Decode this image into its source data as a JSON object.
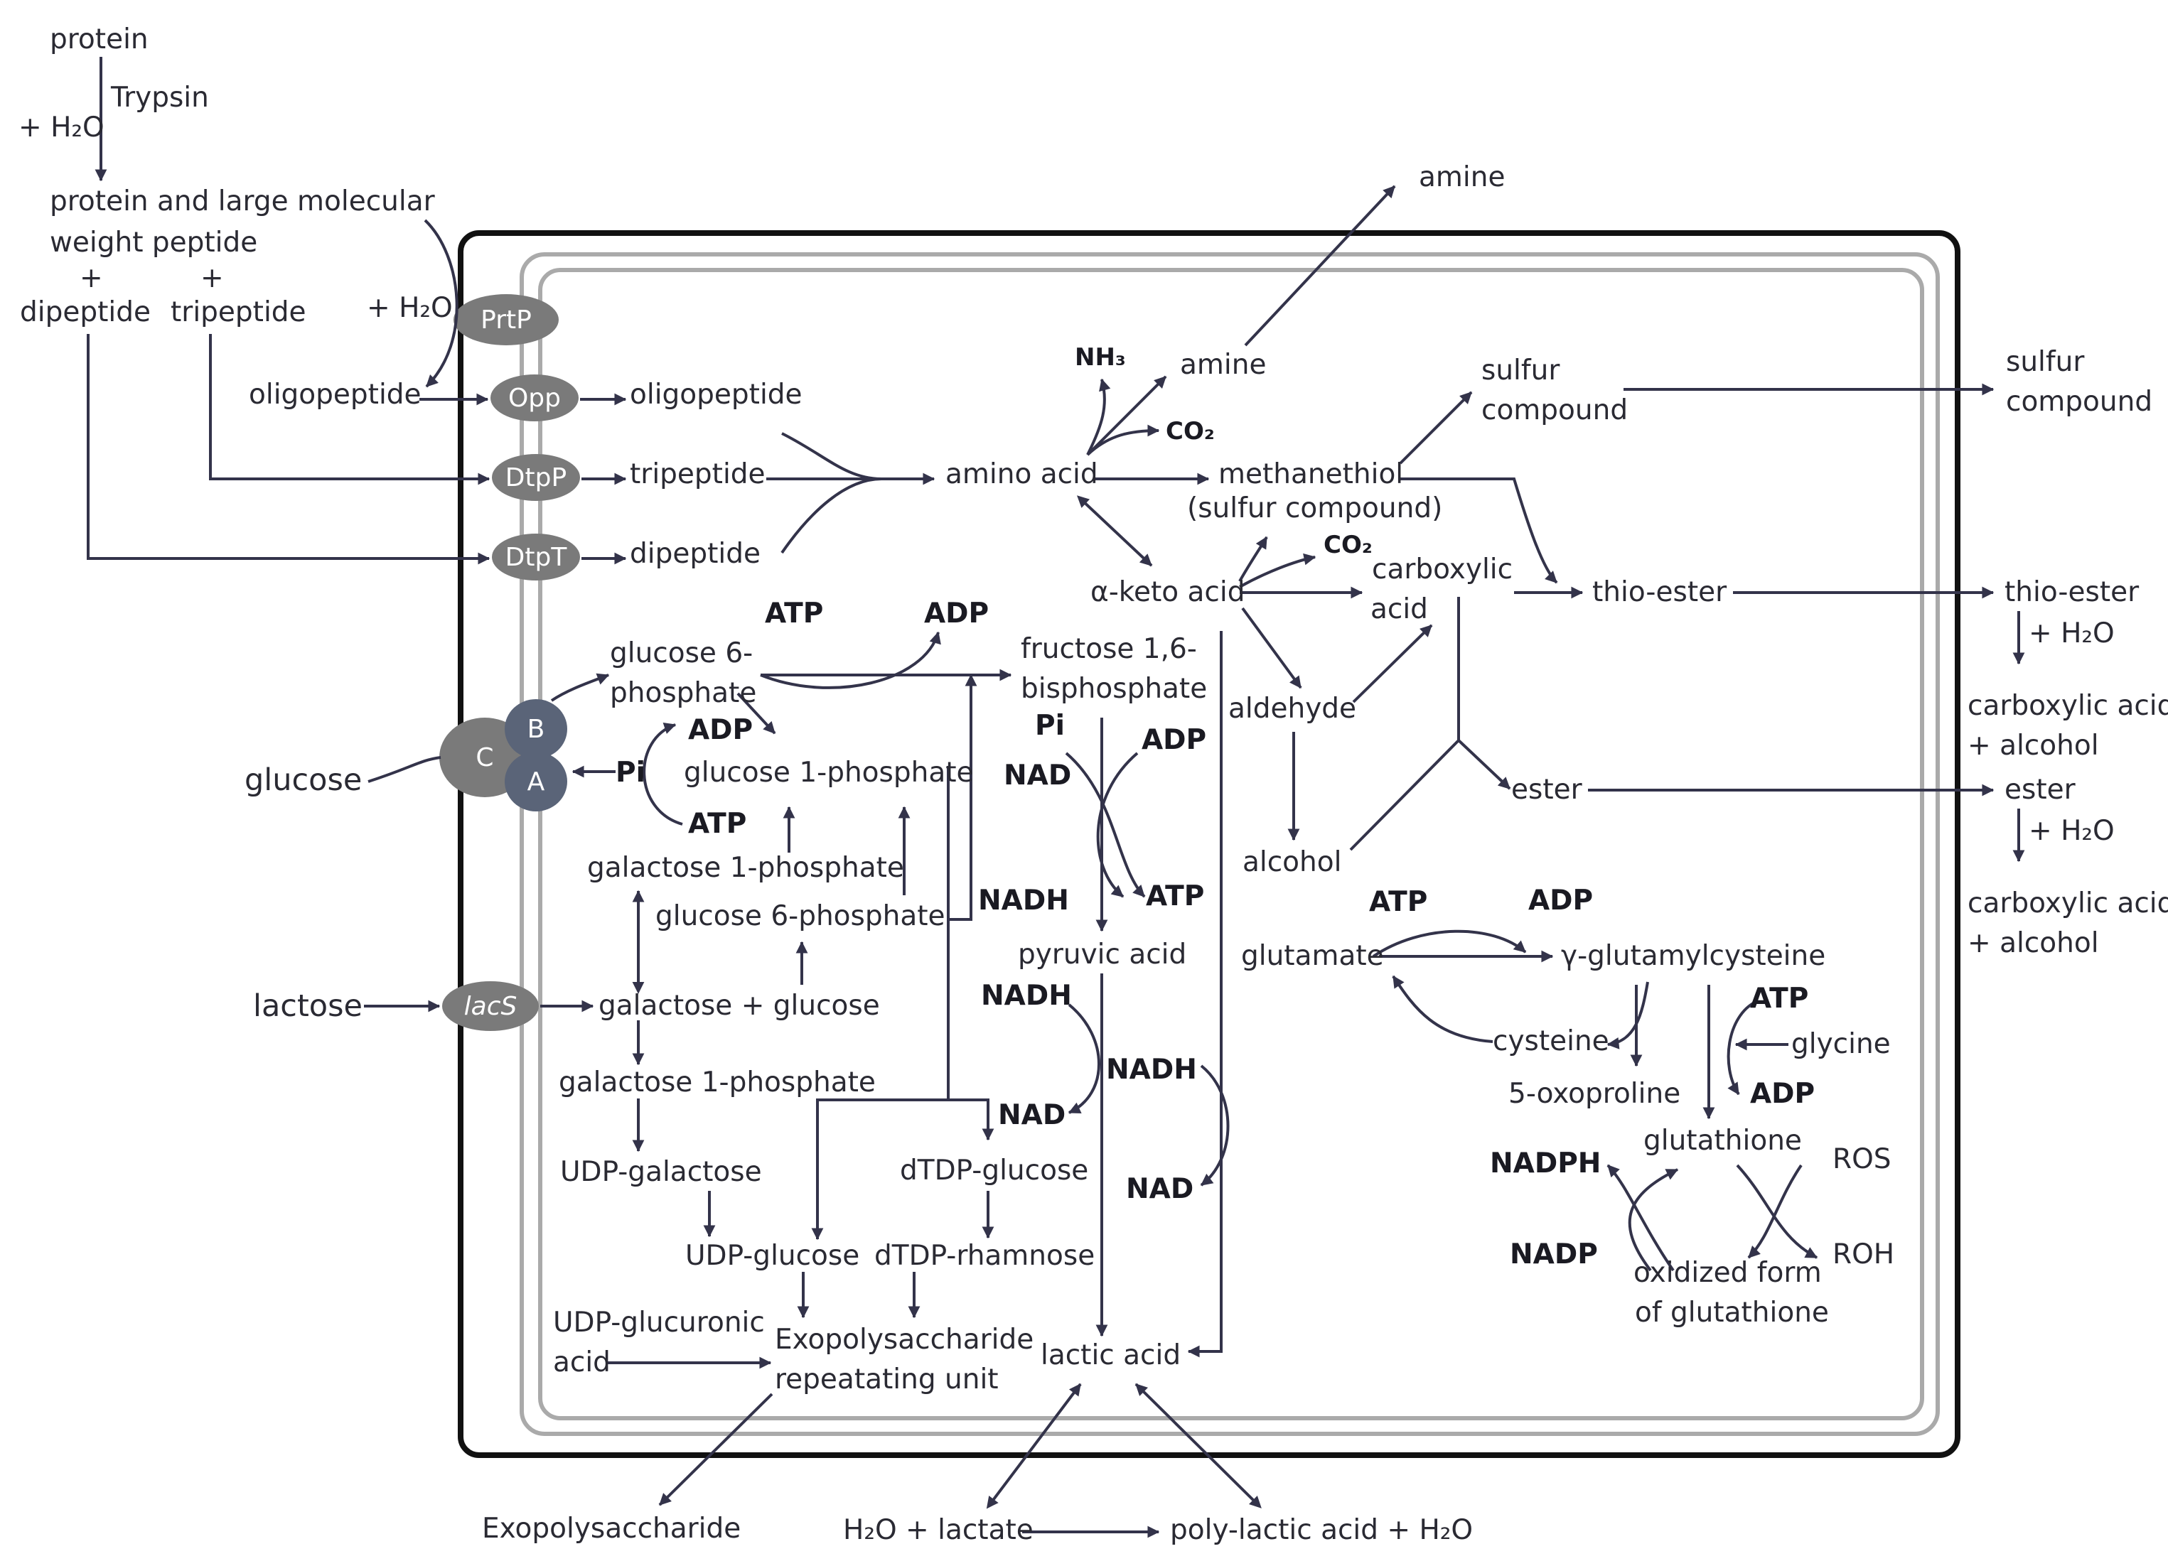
{
  "labels": {
    "protein": "protein",
    "trypsin": "Trypsin",
    "h2o_top": "+ H₂O",
    "protein_large_1": "protein and large molecular",
    "protein_large_2": "weight peptide",
    "plus_left": "+",
    "plus_right": "+",
    "dipeptide_out": "dipeptide",
    "tripeptide_out": "tripeptide",
    "h2o_prtp": "+ H₂O",
    "oligopeptide_out": "oligopeptide",
    "oligopeptide_in": "oligopeptide",
    "tripeptide_in": "tripeptide",
    "dipeptide_in": "dipeptide",
    "amino_acid": "amino acid",
    "nh3": "NH₃",
    "amine_in": "amine",
    "co2_amine": "CO₂",
    "amine_out": "amine",
    "methanethiol_1": "methanethiol",
    "methanethiol_2": "(sulfur compound)",
    "sulfur_in_1": "sulfur",
    "sulfur_in_2": "compound",
    "sulfur_out_1": "sulfur",
    "sulfur_out_2": "compound",
    "keto_acid": "α-keto acid",
    "co2_keto": "CO₂",
    "carboxylic_1": "carboxylic",
    "carboxylic_2": "acid",
    "thioester_in": "thio-ester",
    "thioester_out": "thio-ester",
    "h2o_thio": "+ H₂O",
    "carb_alc_1a": "carboxylic acid",
    "carb_alc_1b": "+ alcohol",
    "aldehyde": "aldehyde",
    "alcohol": "alcohol",
    "ester_in": "ester",
    "ester_out": "ester",
    "h2o_ester": "+ H₂O",
    "carb_alc_2a": "carboxylic acid",
    "carb_alc_2b": "+ alcohol",
    "atp_g6p": "ATP",
    "adp_g6p": "ADP",
    "g6p_1": "glucose 6-",
    "g6p_2": "phosphate",
    "fructose_1": "fructose 1,6-",
    "fructose_2": "bisphosphate",
    "glucose": "glucose",
    "pi_pts": "Pi",
    "adp_pts": "ADP",
    "atp_pts": "ATP",
    "g1p": "glucose 1-phosphate",
    "gal1p_top": "galactose 1-phosphate",
    "g6p_lower": "glucose 6-phosphate",
    "pi_glyc": "Pi",
    "adp_glyc": "ADP",
    "nad_glyc": "NAD",
    "nadh_glyc": "NADH",
    "atp_glyc": "ATP",
    "pyruvic": "pyruvic acid",
    "lactose": "lactose",
    "gal_glc": "galactose + glucose",
    "gal1p_low": "galactose 1-phosphate",
    "udp_gal": "UDP-galactose",
    "dtdp_glc": "dTDP-glucose",
    "udp_glc": "UDP-glucose",
    "dtdp_rha": "dTDP-rhamnose",
    "udp_glcu_1": "UDP-glucuronic",
    "udp_glcu_2": "acid",
    "eps_unit_1": "Exopolysaccharide",
    "eps_unit_2": "repeatating unit",
    "nadh_pyr": "NADH",
    "nad_pyr": "NAD",
    "nadh_lac": "NADH",
    "nad_lac": "NAD",
    "lactic": "lactic acid",
    "glutamate": "glutamate",
    "atp_glu": "ATP",
    "adp_glu": "ADP",
    "gamma_glu": "γ-glutamylcysteine",
    "cysteine": "cysteine",
    "oxoproline": "5-oxoproline",
    "atp_gly": "ATP",
    "glycine": "glycine",
    "adp_gly": "ADP",
    "glutathione": "glutathione",
    "nadph": "NADPH",
    "nadp": "NADP",
    "oxidized_1": "oxidized form",
    "oxidized_2": "of glutathione",
    "ros": "ROS",
    "roh": "ROH",
    "exopolysaccharide": "Exopolysaccharide",
    "h2o_lactate": "H₂O + lactate",
    "polylactic": "poly-lactic acid + H₂O"
  },
  "proteins": {
    "prtp": "PrtP",
    "opp": "Opp",
    "dtpp": "DtpP",
    "dtpt": "DtpT",
    "lacs": "lacS",
    "pts_b": "B",
    "pts_c": "C",
    "pts_a": "A"
  },
  "colors": {
    "membrane_protein": "#7a7a7a",
    "pts_blue": "#5a6478",
    "line": "#33334a"
  }
}
